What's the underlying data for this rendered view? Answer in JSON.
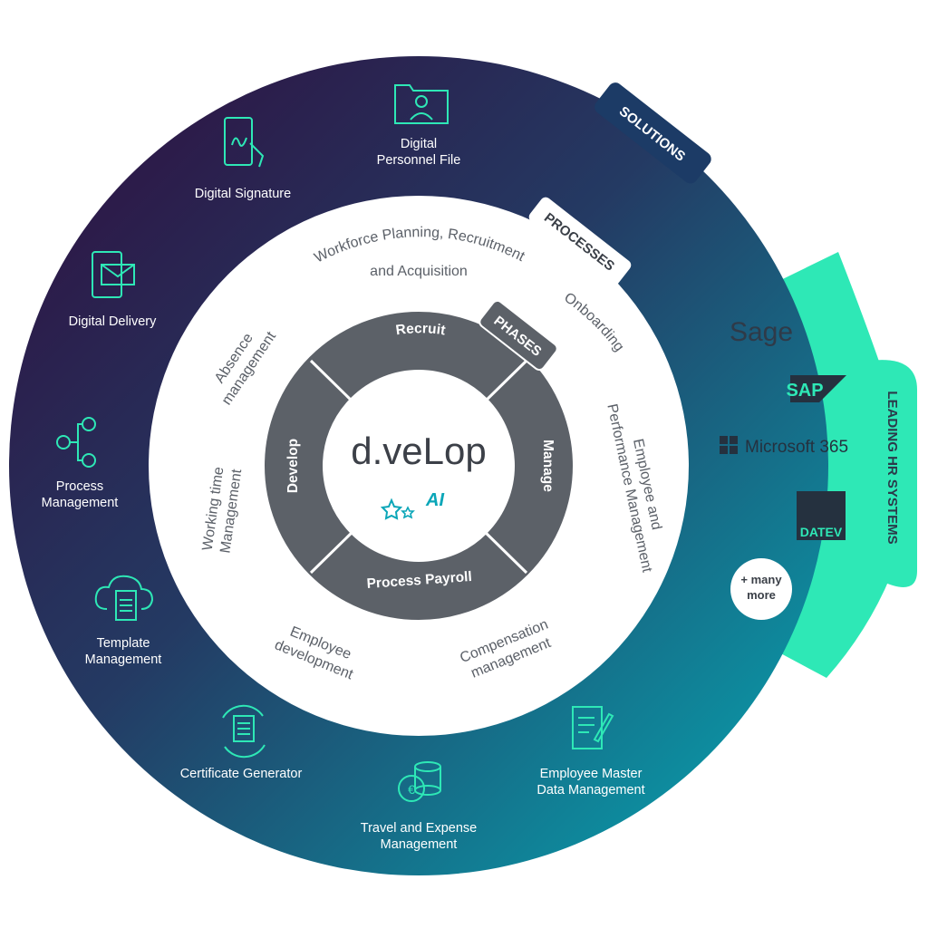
{
  "center": {
    "logo": "d.veLop",
    "ai_badge": "AI"
  },
  "phases": {
    "tab": "PHASES",
    "recruit": "Recruit",
    "manage": "Manage",
    "payroll": "Process Payroll",
    "develop": "Develop"
  },
  "processes": {
    "tab": "PROCESSES",
    "workforce_1": "Workforce Planning, Recruitment",
    "workforce_2": "and Acquisition",
    "onboarding": "Onboarding",
    "performance_1": "Employee and",
    "performance_2": "Performance Management",
    "compensation_1": "Compensation",
    "compensation_2": "management",
    "development_1": "Employee",
    "development_2": "development",
    "working_1": "Working time",
    "working_2": "Management",
    "absence_1": "Absence",
    "absence_2": "management"
  },
  "solutions": {
    "tab": "SOLUTIONS",
    "personnel_1": "Digital",
    "personnel_2": "Personnel File",
    "signature": "Digital Signature",
    "delivery": "Digital Delivery",
    "process_1": "Process",
    "process_2": "Management",
    "template_1": "Template",
    "template_2": "Management",
    "certificate": "Certificate Generator",
    "travel_1": "Travel and Expense",
    "travel_2": "Management",
    "master_1": "Employee Master",
    "master_2": "Data Management"
  },
  "hr_systems": {
    "tab": "LEADING HR SYSTEMS",
    "sage": "Sage",
    "sap": "SAP",
    "microsoft": "Microsoft 365",
    "datev": "DATEV",
    "more_1": "+ many",
    "more_2": "more"
  },
  "colors": {
    "outer_start": "#2a0d3a",
    "outer_end": "#0a9fae",
    "accent": "#2ee8b6",
    "phase_ring": "#5c6168",
    "text_gray": "#5b6068"
  }
}
